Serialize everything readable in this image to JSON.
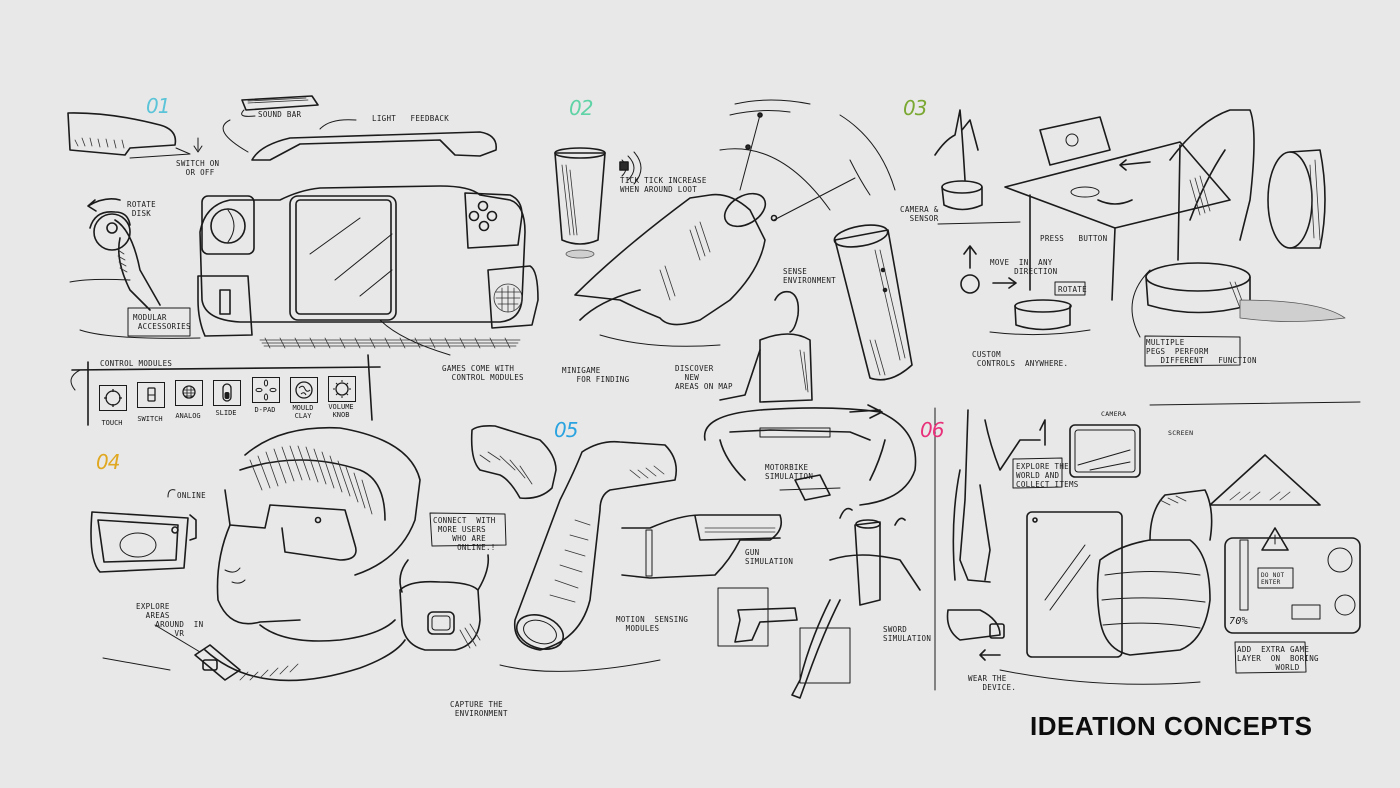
{
  "board": {
    "title": "IDEATION CONCEPTS",
    "background_color": "#e8e8e8"
  },
  "concepts": [
    {
      "number": "01",
      "color": "#5bc4d8",
      "annotations": {
        "sound_bar": "Sound bar",
        "light_feedback": "Light   Feedback",
        "switch": "Switch on\n  or off",
        "rotate_disk": "Rotate\n disk",
        "modular_accessories": "Modular\n Accessories",
        "games_modules": "Games come with\n  control modules"
      },
      "control_modules": {
        "heading": "Control Modules",
        "items": [
          {
            "label": "Touch",
            "icon": "touch-icon"
          },
          {
            "label": "Switch",
            "icon": "switch-icon"
          },
          {
            "label": "Analog",
            "icon": "analog-icon"
          },
          {
            "label": "Slide",
            "icon": "slide-icon"
          },
          {
            "label": "D-Pad",
            "icon": "dpad-icon"
          },
          {
            "label": "Mould\nClay",
            "icon": "mould-clay-icon"
          },
          {
            "label": "Volume\nKnob",
            "icon": "volume-knob-icon"
          }
        ]
      }
    },
    {
      "number": "02",
      "color": "#5fd3a6",
      "annotations": {
        "tick": "Tick tick increase\nwhen around loot",
        "sense_environment": "Sense\nenvironment",
        "minigame": "Minigame\n   for finding",
        "discover": "Discover\n  new\nareas on map"
      }
    },
    {
      "number": "03",
      "color": "#7aa832",
      "annotations": {
        "camera_sensor": "Camera &\n  sensor",
        "press_button": "Press   button",
        "move_direction": "Move  in  any\n     direction",
        "rotate": "Rotate",
        "custom_controls": "Custom\n controls  anywhere.",
        "multiple_pegs": "Multiple\npegs  perform\n   different   function"
      }
    },
    {
      "number": "04",
      "color": "#e0a820",
      "annotations": {
        "online": "Online",
        "connect": "Connect  with\n more users\n    who are\n     online.!",
        "explore_areas": "Explore\n  Areas\n    around  in\n        VR",
        "capture": "Capture the\n environment"
      }
    },
    {
      "number": "05",
      "color": "#2aa3e0",
      "annotations": {
        "motion_sensing": "Motion  sensing\n  modules",
        "gun_simulation": "Gun\nsimulation",
        "motorbike_simulation": "Motorbike\nsimulation",
        "sword_simulation": "Sword\nsimulation"
      }
    },
    {
      "number": "06",
      "color": "#e8317a",
      "annotations": {
        "camera": "Camera",
        "screen": "Screen",
        "explore_world": "Explore the\nworld and\ncollect items",
        "wear_device": "Wear the\n   device.",
        "add_layer": "Add  extra game\nlayer  on  boring\n        world",
        "do_not_enter": "Do not\nenter",
        "progress": "70%"
      }
    }
  ]
}
